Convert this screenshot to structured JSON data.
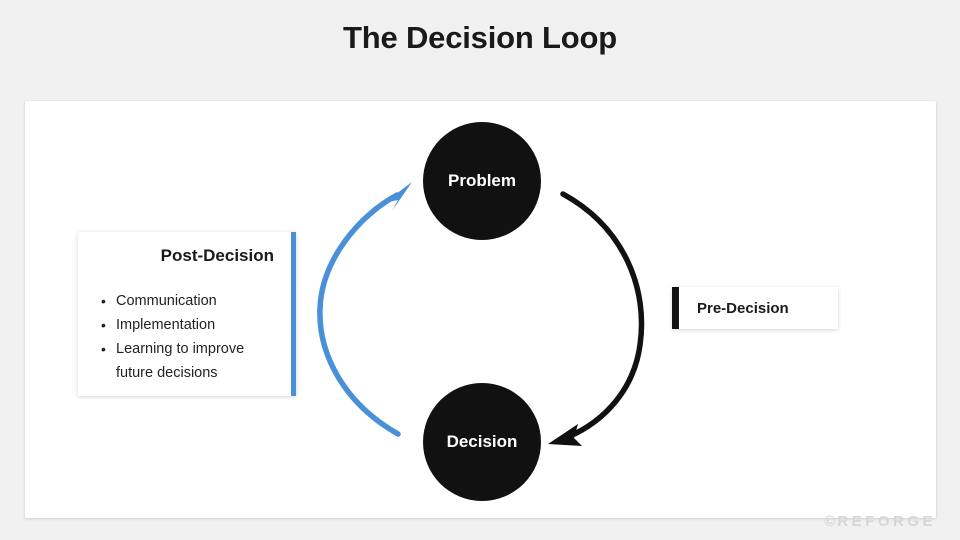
{
  "slide": {
    "title": "The Decision Loop",
    "background_color": "#f1f1f1",
    "panel_color": "#ffffff"
  },
  "nodes": [
    {
      "label": "Problem",
      "color": "#111111",
      "text_color": "#ffffff"
    },
    {
      "label": "Decision",
      "color": "#111111",
      "text_color": "#ffffff"
    }
  ],
  "arrows": [
    {
      "name": "problem-to-decision",
      "color": "#111111",
      "direction": "clockwise-right"
    },
    {
      "name": "decision-to-problem",
      "color": "#4a90d9",
      "direction": "counterclockwise-left"
    }
  ],
  "cards": {
    "post_decision": {
      "title": "Post-Decision",
      "accent_color": "#4a90d9",
      "accent_side": "right",
      "bullets": [
        "Communication",
        "Implementation",
        "Learning to improve future decisions"
      ]
    },
    "pre_decision": {
      "title": "Pre-Decision",
      "accent_color": "#111111",
      "accent_side": "left"
    }
  },
  "watermark": {
    "symbol": "©",
    "text": "REFORGE"
  }
}
